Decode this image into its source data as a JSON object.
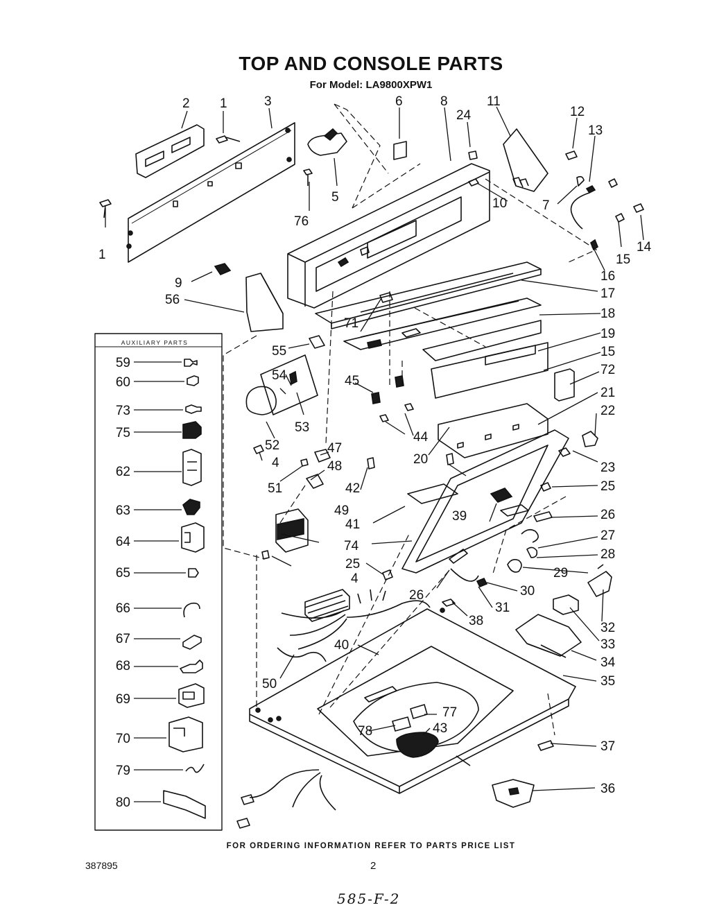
{
  "header": {
    "title": "TOP AND CONSOLE PARTS",
    "subtitle": "For Model: LA9800XPW1"
  },
  "auxiliary": {
    "heading": "AUXILIARY PARTS",
    "items": [
      "59",
      "60",
      "73",
      "75",
      "62",
      "63",
      "64",
      "65",
      "66",
      "67",
      "68",
      "69",
      "70",
      "79",
      "80"
    ]
  },
  "callouts": {
    "c1a": "1",
    "c1b": "1",
    "c2": "2",
    "c3": "3",
    "c4a": "4",
    "c4b": "4",
    "c5": "5",
    "c6": "6",
    "c7": "7",
    "c8": "8",
    "c9": "9",
    "c10": "10",
    "c11": "11",
    "c12": "12",
    "c13": "13",
    "c14": "14",
    "c15a": "15",
    "c15b": "15",
    "c16": "16",
    "c17": "17",
    "c18": "18",
    "c19": "19",
    "c20": "20",
    "c21": "21",
    "c22": "22",
    "c23": "23",
    "c24": "24",
    "c25a": "25",
    "c25b": "25",
    "c26a": "26",
    "c26b": "26",
    "c27": "27",
    "c28": "28",
    "c29": "29",
    "c30": "30",
    "c31": "31",
    "c32": "32",
    "c33": "33",
    "c34": "34",
    "c35": "35",
    "c36": "36",
    "c37": "37",
    "c38": "38",
    "c39": "39",
    "c40": "40",
    "c41": "41",
    "c42": "42",
    "c43": "43",
    "c44": "44",
    "c45": "45",
    "c47": "47",
    "c48": "48",
    "c49": "49",
    "c50": "50",
    "c51": "51",
    "c52": "52",
    "c53": "53",
    "c54": "54",
    "c55": "55",
    "c56": "56",
    "c71": "71",
    "c72": "72",
    "c74": "74",
    "c76": "76",
    "c77": "77",
    "c78": "78"
  },
  "footer": {
    "note": "FOR ORDERING INFORMATION REFER TO PARTS PRICE LIST",
    "doc_number": "387895",
    "page_number": "2",
    "handwritten": "585-F-2"
  }
}
